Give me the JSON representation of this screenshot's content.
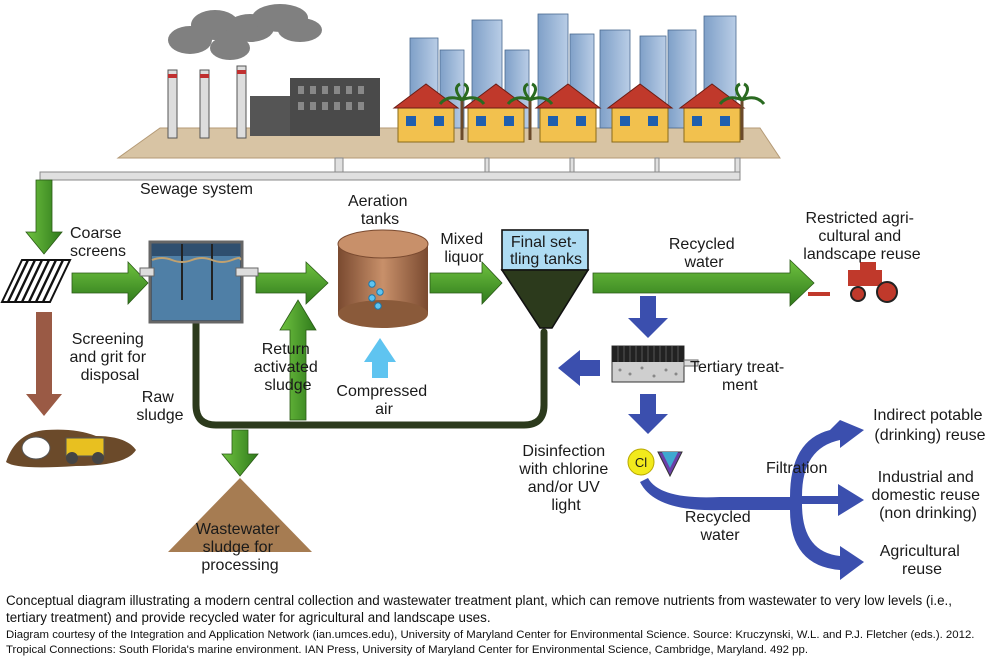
{
  "labels": {
    "sewage_system": "Sewage system",
    "coarse_screens": [
      "Coarse",
      "screens"
    ],
    "screening_disposal": [
      "Screening",
      "and grit for",
      "disposal"
    ],
    "aeration_tanks": [
      "Aeration",
      "tanks"
    ],
    "mixed_liquor": [
      "Mixed",
      "liquor"
    ],
    "final_settling": [
      "Final set-",
      "tling tanks"
    ],
    "recycled_water_top": [
      "Recycled",
      "water"
    ],
    "restricted_reuse": [
      "Restricted agri-",
      "cultural and",
      "landscape reuse"
    ],
    "return_sludge": [
      "Return",
      "activated",
      "sludge"
    ],
    "compressed_air": [
      "Compressed",
      "air"
    ],
    "raw_sludge": [
      "Raw",
      "sludge"
    ],
    "tertiary": [
      "Tertiary treat-",
      "ment"
    ],
    "disinfection": [
      "Disinfection",
      "with chlorine",
      "and/or UV",
      "light"
    ],
    "chlorine_symbol": "Cl",
    "filtration": "Filtration",
    "recycled_water_bottom": [
      "Recycled",
      "water"
    ],
    "indirect_potable": [
      "Indirect potable",
      "(drinking) reuse"
    ],
    "industrial_domestic": [
      "Industrial and",
      "domestic reuse",
      "(non drinking)"
    ],
    "agricultural": [
      "Agricultural",
      "reuse"
    ],
    "wastewater_sludge": [
      "Wastewater",
      "sludge for",
      "processing"
    ]
  },
  "caption": {
    "main": "Conceptual diagram illustrating a modern central collection and wastewater treatment plant, which can remove nutrients from wastewater to very low levels (i.e., tertiary treatment) and provide recycled water for agricultural and landscape uses.",
    "credit": "Diagram courtesy of the Integration and Application Network (ian.umces.edu), University of Maryland Center for Environmental Science. Source: Kruczynski, W.L. and P.J. Fletcher (eds.). 2012. Tropical Connections: South Florida's marine environment. IAN Press, University of Maryland Center for Environmental Science, Cambridge, Maryland. 492 pp."
  },
  "colors": {
    "green_arrow": "#4c9a2a",
    "blue_arrow": "#3b4fae",
    "brown_arrow": "#9a5a45",
    "light_blue_arrow": "#5fc4f0",
    "pipe": "#2c3a1c",
    "ground": "#d8c4a4",
    "sludge_pile": "#a67c52"
  }
}
